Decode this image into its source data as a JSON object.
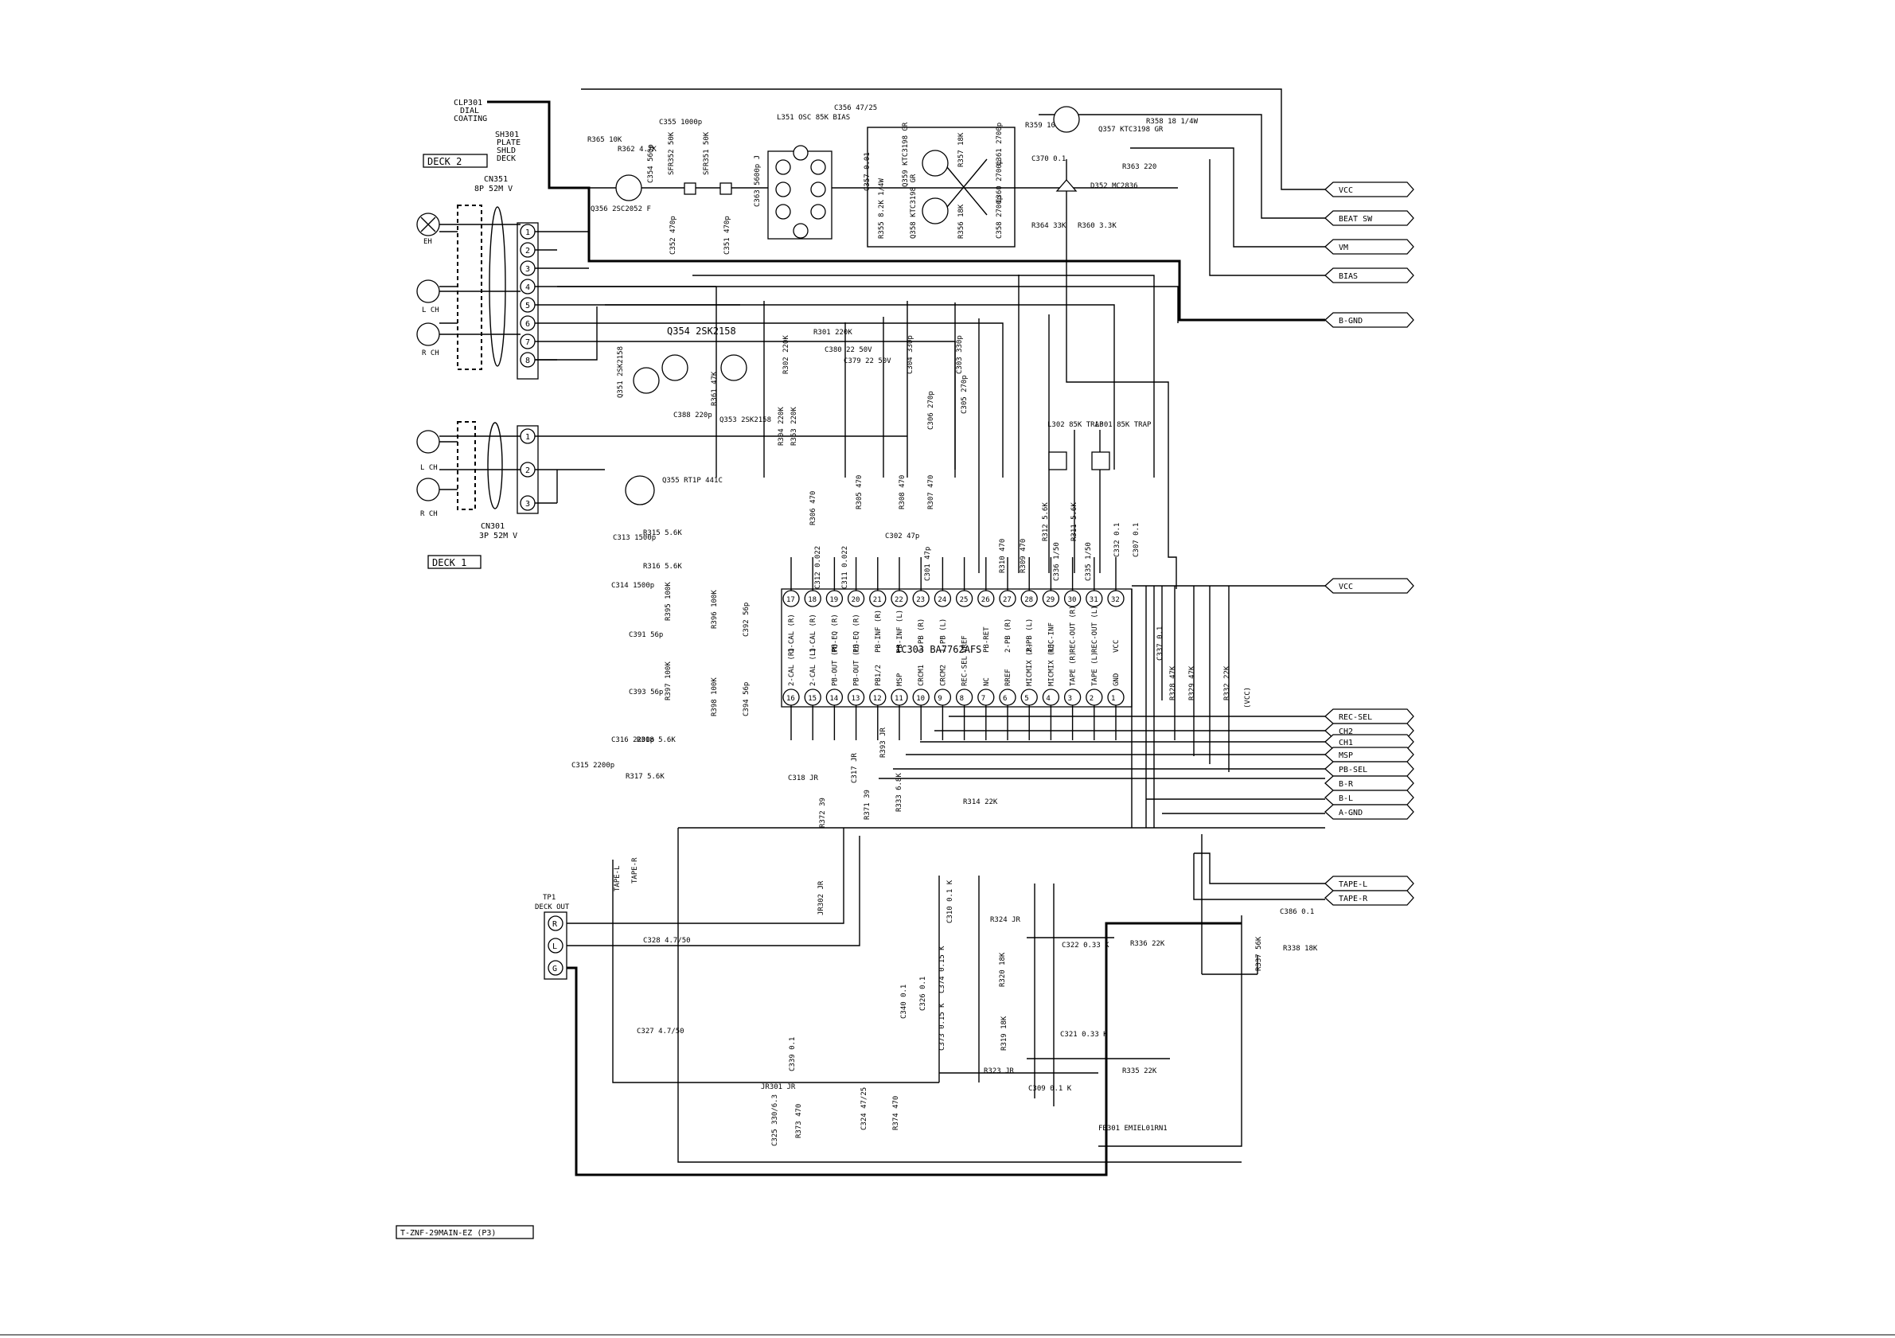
{
  "document_code": "T-ZNF-29MAIN-EZ (P3)",
  "header": {
    "clp301": [
      "CLP301",
      "DIAL",
      "COATING"
    ],
    "sh301": [
      "SH301",
      "PLATE",
      "SHLD",
      "DECK"
    ]
  },
  "deck2": {
    "title": "DECK 2",
    "connector": [
      "CN351",
      "8P 52M V"
    ],
    "pins": [
      "1",
      "2",
      "3",
      "4",
      "5",
      "6",
      "7",
      "8"
    ],
    "heads": [
      "EH",
      "L CH",
      "R CH"
    ]
  },
  "deck1": {
    "title": "DECK 1",
    "connector": [
      "CN301",
      "3P 52M V"
    ],
    "pins": [
      "1",
      "2",
      "3"
    ],
    "heads": [
      "L CH",
      "R CH"
    ]
  },
  "ic": {
    "title": "IC303 BA7762AFS",
    "top_pins": [
      "17",
      "18",
      "19",
      "20",
      "21",
      "22",
      "23",
      "24",
      "25",
      "26",
      "27",
      "28",
      "29",
      "30",
      "31",
      "32"
    ],
    "top_labels": [
      "1-CAL (R)",
      "1-CAL (R)",
      "PB-EQ (R)",
      "PB-EQ (R)",
      "PB-INF (R)",
      "PB-INF (L)",
      "1-PB (R)",
      "1-PB (L)",
      "VREF",
      "PB-RET",
      "2-PB (R)",
      "2-PB (L)",
      "REC-INF",
      "REC-OUT (R)",
      "REC-OUT (L)",
      "VCC"
    ],
    "bottom_pins": [
      "16",
      "15",
      "14",
      "13",
      "12",
      "11",
      "10",
      "9",
      "8",
      "7",
      "6",
      "5",
      "4",
      "3",
      "2",
      "1"
    ],
    "bottom_labels": [
      "2-CAL (R)",
      "2-CAL (L)",
      "PB-OUT (R)",
      "PB-OUT (L)",
      "PB1/2",
      "MSP",
      "CRCM1",
      "CRCM2",
      "REC-SEL",
      "NC",
      "RREF",
      "MICMIX (R)",
      "MICMIX (L)",
      "TAPE (R)",
      "TAPE (L)",
      "GND"
    ]
  },
  "signals": [
    "VCC",
    "BEAT SW",
    "VM",
    "BIAS",
    "B-GND",
    "VCC",
    "REC-SEL",
    "CH2",
    "CH1",
    "MSP",
    "PB-SEL",
    "B-R",
    "B-L",
    "A-GND",
    "TAPE-L",
    "TAPE-R"
  ],
  "tp1": {
    "title": [
      "TP1",
      "DECK OUT"
    ],
    "pins": [
      "R",
      "L",
      "G"
    ],
    "wire_labels": [
      "TAPE-L",
      "TAPE-R"
    ]
  },
  "components": {
    "r365": "R365 10K",
    "r362": "R362 4.7K",
    "c355": "C355 1000p",
    "sfr352": "SFR352 50K",
    "sfr351": "SFR351 50K",
    "c354": "C354 560p",
    "q356": "Q356 2SC2052 F",
    "c352": "C352 470p",
    "c351": "C351 470p",
    "l351": "L351 OSC 85K BIAS",
    "c363": "C363 5600p J",
    "c356": "C356 47/25",
    "c357": "C357 0.01",
    "q359": "Q359 KTC3198 GR",
    "q358": "Q358 KTC3198 GR",
    "r355": "R355 8.2K 1/4W",
    "r357": "R357 18K",
    "r356": "R356 18K",
    "c361": "C361 2700p",
    "c360": "C360 2700p",
    "c358": "C358 2700p",
    "r359": "R359 10",
    "q357": "Q357 KTC3198 GR",
    "r358": "R358 18 1/4W",
    "c370": "C370 0.1",
    "r363": "R363 220",
    "d352": "D352 MC2836",
    "r364": "R364 33K",
    "r360": "R360 3.3K",
    "q354": "Q354 2SK2158",
    "q351": "Q351 2SK2158",
    "q353": "Q353 2SK2158",
    "r361": "R361 47K",
    "c388": "C388 220p",
    "r302": "R302 220K",
    "r301": "R301 220K",
    "c380": "C380 22 50V",
    "c379": "C379 22 50V",
    "c304": "C304 330p",
    "c303": "C303 330p",
    "r304": "R304 220K",
    "r353": "R353 220K",
    "c306": "C306 270p",
    "c305": "C305 270p",
    "l302": "L302 85K TRAP",
    "l301": "L301 85K TRAP",
    "q355": "Q355 RT1P 441C",
    "r306": "R306 470",
    "r305": "R305 470",
    "r308": "R308 470",
    "r307": "R307 470",
    "c313": "C313 1500p",
    "r315": "R315 5.6K",
    "c314": "C314 1500p",
    "r316": "R316 5.6K",
    "c312": "C312 0.022",
    "c311": "C311 0.022",
    "c302": "C302 47p",
    "c301": "C301 47p",
    "r310": "R310 470",
    "r309": "R309 470",
    "c336": "C336 1/50",
    "c335": "C335 1/50",
    "r312": "R312 5.6K",
    "r311": "R311 5.6K",
    "c332": "C332 0.1",
    "c307": "C307 0.1",
    "c391": "C391 56p",
    "r395": "R395 100K",
    "r396": "R396 100K",
    "c392": "C392 56p",
    "c393": "C393 56p",
    "r397": "R397 100K",
    "r398": "R398 100K",
    "c394": "C394 56p",
    "c337": "C337 0.1",
    "r328": "R328 47K",
    "r329": "R329 47K",
    "r332": "R332 22K",
    "c316": "C316 2200p",
    "r318": "R318 5.6K",
    "c315": "C315 2200p",
    "r317": "R317 5.6K",
    "c318": "C318 JR",
    "c317": "C317 JR",
    "r393": "R393 JR",
    "r372": "R372 39",
    "r371": "R371 39",
    "r333": "R333 6.8K",
    "r314": "R314 22K",
    "jr302": "JR302 JR",
    "c328": "C328 4.7/50",
    "c310": "C310 0.1 K",
    "r324": "R324 JR",
    "c322": "C322 0.33 K",
    "r336": "R336 22K",
    "c386": "C386 0.1",
    "r337": "R337 56K",
    "r338": "R338 18K",
    "c374": "C374 0.15 K",
    "r320": "R320 18K",
    "c340": "C340 0.1",
    "c326": "C326 0.1",
    "c373": "C373 0.15 K",
    "r319": "R319 18K",
    "c321": "C321 0.33 K",
    "r323": "R323 JR",
    "r335": "R335 22K",
    "c327": "C327 4.7/50",
    "c339": "C339 0.1",
    "jr301": "JR301 JR",
    "c309": "C309 0.1 K",
    "c325": "C325 330/6.3",
    "r373": "R373 470",
    "c324": "C324 47/25",
    "r374": "R374 470",
    "fb301": "FB301 EMIEL01RN1",
    "vcc_tag": "(VCC)"
  }
}
